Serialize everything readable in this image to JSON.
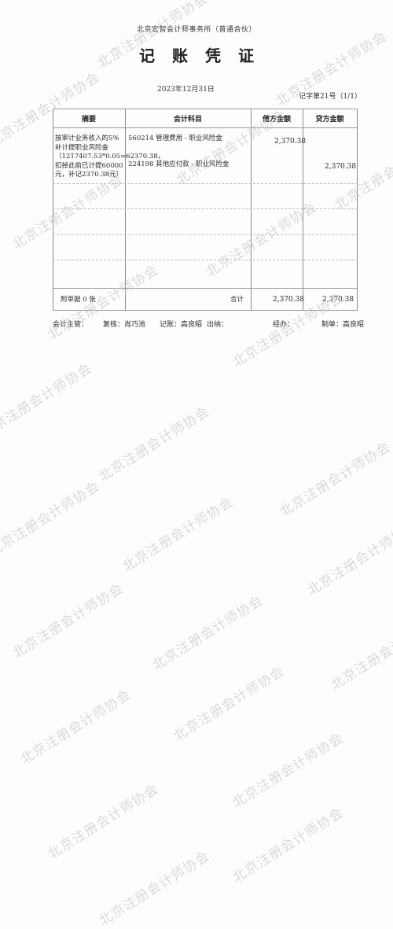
{
  "header": {
    "firm": "北京宏智会计师事务所（普通合伙）",
    "title": "记账凭证",
    "date": "2023年12月31日",
    "voucher_no": "记字第21号（1/1）"
  },
  "table": {
    "col_summary": "摘要",
    "col_account": "会计科目",
    "col_debit": "借方金额",
    "col_credit": "贷方金额",
    "summary_text": "按审计业务收入的5%补计提职业风险金（1217407.53*0.05=62370.38，扣掉此前已计提60000元，补记2370.38元）",
    "entries": [
      {
        "account": "560214 管理费用 - 职业风险金",
        "debit": "2,370.38",
        "credit": ""
      },
      {
        "account": "224198 其他应付款 - 职业风险金",
        "debit": "",
        "credit": "2,370.38"
      }
    ],
    "attachments": "附单据 0 张",
    "total_label": "合计",
    "total_debit": "2,370.38",
    "total_credit": "2,370.38"
  },
  "footer": {
    "supervisor": "会计主管：",
    "reviewer": "复核：肖巧池",
    "bookkeeper": "记账：高良昭",
    "cashier": "出纳：",
    "handler": "经办：",
    "preparer": "制单：高良昭"
  },
  "watermark": {
    "text": "北京注册会计师协会"
  }
}
